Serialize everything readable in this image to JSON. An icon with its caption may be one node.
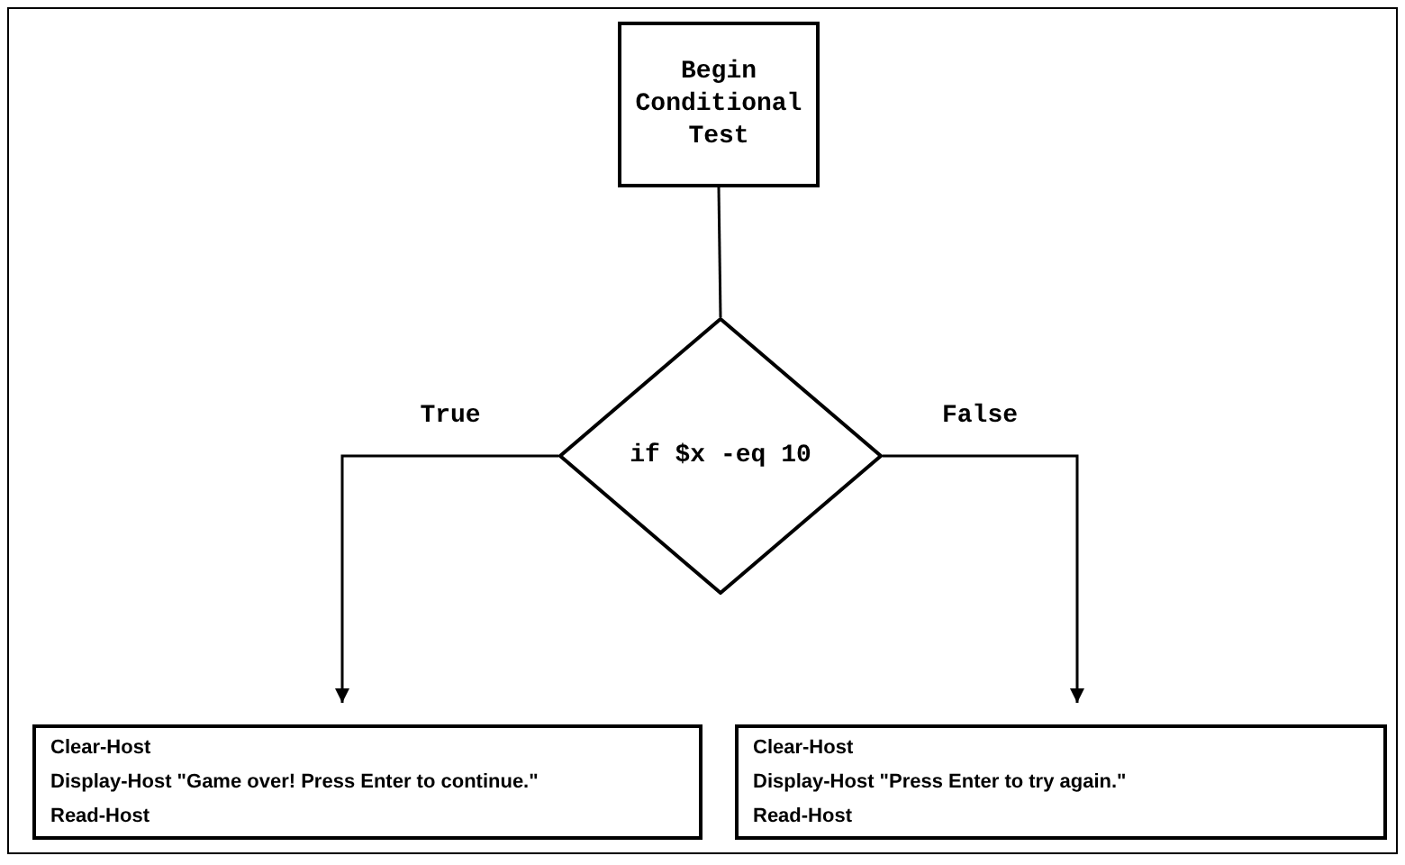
{
  "diagram": {
    "nodes": [
      {
        "text": [
          "Begin Conditional Test"
        ]
      },
      {
        "text": [
          "if $x -eq 10"
        ]
      },
      {
        "text": [
          "Clear-Host",
          "Display-Host \"Game over! Press Enter to continue.\"",
          "Read-Host"
        ]
      },
      {
        "text": [
          "Clear-Host",
          "Display-Host \"Press Enter to try again.\"",
          "Read-Host"
        ]
      }
    ],
    "edges": [
      {
        "from": 0,
        "to": 1,
        "arrow": "none"
      },
      {
        "from": 1,
        "to": 2,
        "arrow": "to",
        "label": "True"
      },
      {
        "from": 1,
        "to": 3,
        "arrow": "to",
        "label": "False"
      }
    ]
  }
}
